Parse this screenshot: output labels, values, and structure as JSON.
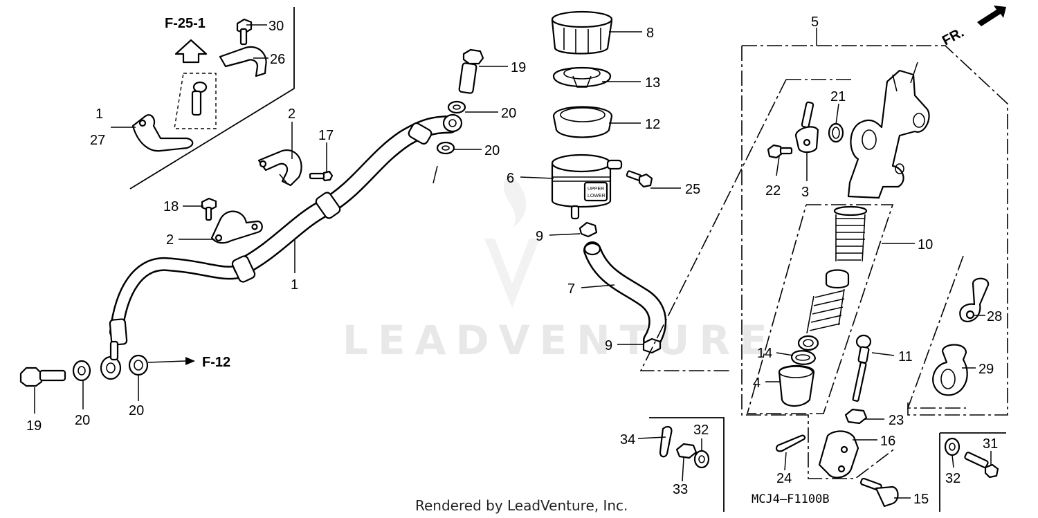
{
  "diagram": {
    "watermark": "LEADVENTURE",
    "credit": "Rendered by LeadVenture, Inc.",
    "diagram_code": "MCJ4—F1100B",
    "direction_label": "FR.",
    "references": [
      {
        "id": "ref-f25",
        "text": "F-25-1"
      },
      {
        "id": "ref-f12",
        "text": "F-12"
      }
    ],
    "reservoir_labels": {
      "upper": "UPPER",
      "lower": "LOWER"
    },
    "callouts": [
      {
        "id": "c30",
        "text": "30"
      },
      {
        "id": "c26",
        "text": "26"
      },
      {
        "id": "c1a",
        "text": "1"
      },
      {
        "id": "c27",
        "text": "27"
      },
      {
        "id": "c2a",
        "text": "2"
      },
      {
        "id": "c17",
        "text": "17"
      },
      {
        "id": "c18",
        "text": "18"
      },
      {
        "id": "c2b",
        "text": "2"
      },
      {
        "id": "c1b",
        "text": "1"
      },
      {
        "id": "c19a",
        "text": "19"
      },
      {
        "id": "c20a",
        "text": "20"
      },
      {
        "id": "c20b",
        "text": "20"
      },
      {
        "id": "c19b",
        "text": "19"
      },
      {
        "id": "c20c",
        "text": "20"
      },
      {
        "id": "c20d",
        "text": "20"
      },
      {
        "id": "c8",
        "text": "8"
      },
      {
        "id": "c13",
        "text": "13"
      },
      {
        "id": "c12",
        "text": "12"
      },
      {
        "id": "c6",
        "text": "6"
      },
      {
        "id": "c25",
        "text": "25"
      },
      {
        "id": "c9a",
        "text": "9"
      },
      {
        "id": "c7",
        "text": "7"
      },
      {
        "id": "c9b",
        "text": "9"
      },
      {
        "id": "c5",
        "text": "5"
      },
      {
        "id": "c21",
        "text": "21"
      },
      {
        "id": "c22",
        "text": "22"
      },
      {
        "id": "c3",
        "text": "3"
      },
      {
        "id": "c10",
        "text": "10"
      },
      {
        "id": "c28",
        "text": "28"
      },
      {
        "id": "c14",
        "text": "14"
      },
      {
        "id": "c11",
        "text": "11"
      },
      {
        "id": "c4",
        "text": "4"
      },
      {
        "id": "c29",
        "text": "29"
      },
      {
        "id": "c23",
        "text": "23"
      },
      {
        "id": "c16",
        "text": "16"
      },
      {
        "id": "c34",
        "text": "34"
      },
      {
        "id": "c32a",
        "text": "32"
      },
      {
        "id": "c33",
        "text": "33"
      },
      {
        "id": "c24",
        "text": "24"
      },
      {
        "id": "c15",
        "text": "15"
      },
      {
        "id": "c31",
        "text": "31"
      },
      {
        "id": "c32b",
        "text": "32"
      }
    ]
  }
}
